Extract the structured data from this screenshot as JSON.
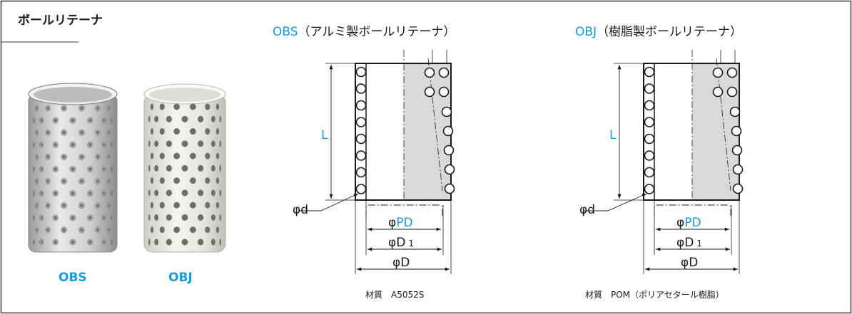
{
  "title": "ボールリテーナ",
  "colors": {
    "accent": "#1a9ad6",
    "shade": "#d9d9d9",
    "line": "#1a1a1a"
  },
  "products": [
    {
      "code": "OBS",
      "heading_suffix": "（アルミ製ボールリテーナ）",
      "photo_label": "OBS",
      "material": "材質　A5052S"
    },
    {
      "code": "OBJ",
      "heading_suffix": "（樹脂製ボールリテーナ）",
      "photo_label": "OBJ",
      "material": "材質　POM（ポリアセタール樹脂）"
    }
  ],
  "dimension_labels": {
    "length": "L",
    "ball_diameter": "d",
    "pitch_diameter": "PD",
    "inner_diameter": "D",
    "inner_diameter_sub": "1",
    "outer_diameter": "D",
    "phi": "φ"
  }
}
